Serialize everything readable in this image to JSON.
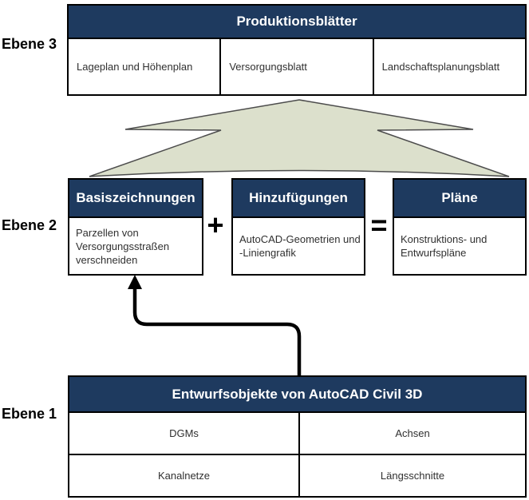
{
  "labels": {
    "level3": "Ebene 3",
    "level2": "Ebene 2",
    "level1": "Ebene 1"
  },
  "colors": {
    "header_bg": "#1e3a5f",
    "header_text": "#ffffff",
    "arrow_fill": "#dce0cc",
    "arrow_stroke": "#4c4c4c",
    "border": "#000000"
  },
  "top_table": {
    "title": "Produktionsblätter",
    "cells": [
      "Lageplan und Höhenplan",
      "Versorgungsblatt",
      "Landschaftsplanungsblatt"
    ]
  },
  "middle": {
    "boxes": [
      {
        "title": "Basiszeichnungen",
        "body": "Parzellen von\nVersorgungsstraßen\nverschneiden"
      },
      {
        "title": "Hinzufügungen",
        "body": "AutoCAD-Geometrien und\n-Liniengrafik"
      },
      {
        "title": "Pläne",
        "body": "Konstruktions- und\nEntwurfspläne"
      }
    ],
    "operators": {
      "plus": "+",
      "equals": "="
    }
  },
  "bottom_table": {
    "title": "Entwurfsobjekte von AutoCAD Civil 3D",
    "rows": [
      [
        "DGMs",
        "Achsen"
      ],
      [
        "Kanalnetze",
        "Längsschnitte"
      ]
    ]
  }
}
